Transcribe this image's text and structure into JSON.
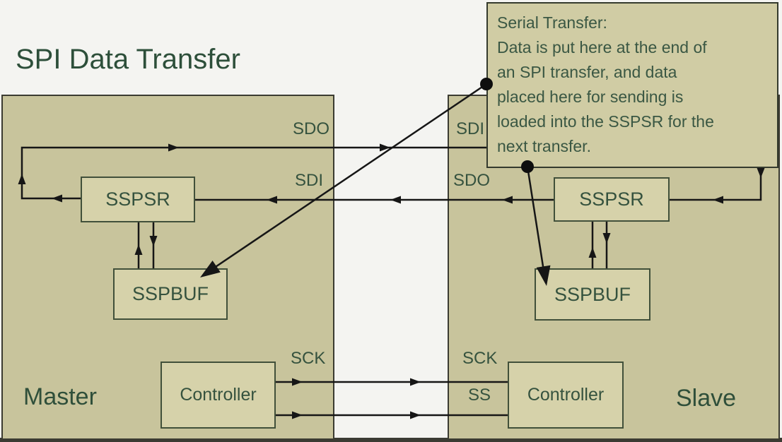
{
  "title": "SPI Data Transfer",
  "colors": {
    "page_bg": "#f4f4f1",
    "panel_fill": "#c8c49c",
    "inner_box_fill": "#d6d2aa",
    "note_fill": "#d0cca4",
    "border_dark": "#3b3b31",
    "text_green": "#35523e",
    "line_black": "#161616"
  },
  "note": {
    "lines": [
      "Serial Transfer:",
      "Data is put here at the end of",
      "an SPI transfer, and data",
      "placed here for sending is",
      "loaded into the SSPSR for the",
      "next transfer."
    ]
  },
  "master": {
    "label": "Master",
    "sspsr": "SSPSR",
    "sspbuf": "SSPBUF",
    "controller": "Controller",
    "signals": {
      "sdo": "SDO",
      "sdi": "SDI",
      "sck": "SCK"
    }
  },
  "slave": {
    "label": "Slave",
    "sspsr": "SSPSR",
    "sspbuf": "SSPBUF",
    "controller": "Controller",
    "signals": {
      "sdi": "SDI",
      "sdo": "SDO",
      "sck": "SCK",
      "ss": "SS"
    }
  }
}
